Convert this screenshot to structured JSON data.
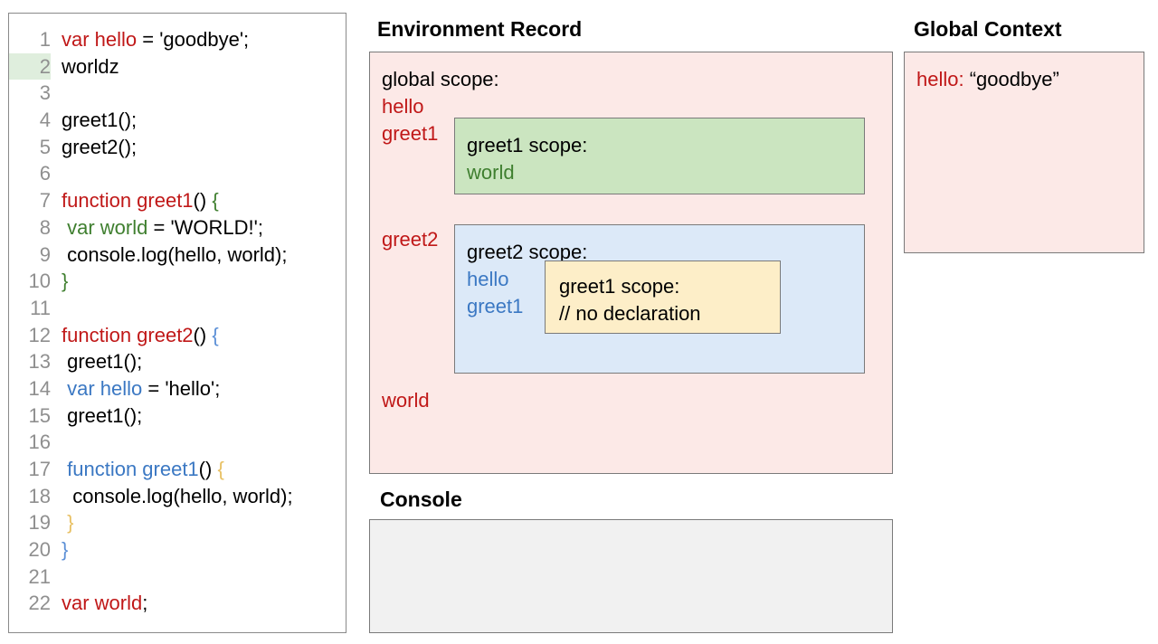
{
  "code_editor": {
    "lines": [
      {
        "num": "1",
        "highlight": false,
        "tokens": [
          {
            "t": "var hello",
            "c": "red"
          },
          {
            "t": " = 'goodbye';",
            "c": "black"
          }
        ]
      },
      {
        "num": "2",
        "highlight": true,
        "tokens": [
          {
            "t": "worldz",
            "c": "black"
          }
        ]
      },
      {
        "num": "3",
        "highlight": false,
        "tokens": [
          {
            "t": "",
            "c": "black"
          }
        ]
      },
      {
        "num": "4",
        "highlight": false,
        "tokens": [
          {
            "t": "greet1();",
            "c": "black"
          }
        ]
      },
      {
        "num": "5",
        "highlight": false,
        "tokens": [
          {
            "t": "greet2();",
            "c": "black"
          }
        ]
      },
      {
        "num": "6",
        "highlight": false,
        "tokens": [
          {
            "t": "",
            "c": "black"
          }
        ]
      },
      {
        "num": "7",
        "highlight": false,
        "tokens": [
          {
            "t": "function greet1",
            "c": "red"
          },
          {
            "t": "() ",
            "c": "black"
          },
          {
            "t": "{",
            "c": "brace-green"
          }
        ]
      },
      {
        "num": "8",
        "highlight": false,
        "tokens": [
          {
            "t": " ",
            "c": "black"
          },
          {
            "t": "var world",
            "c": "green"
          },
          {
            "t": " = 'WORLD!';",
            "c": "black"
          }
        ]
      },
      {
        "num": "9",
        "highlight": false,
        "tokens": [
          {
            "t": " console.log(hello, world);",
            "c": "black"
          }
        ]
      },
      {
        "num": "10",
        "highlight": false,
        "tokens": [
          {
            "t": "}",
            "c": "brace-green"
          }
        ]
      },
      {
        "num": "11",
        "highlight": false,
        "tokens": [
          {
            "t": "",
            "c": "black"
          }
        ]
      },
      {
        "num": "12",
        "highlight": false,
        "tokens": [
          {
            "t": "function greet2",
            "c": "red"
          },
          {
            "t": "() ",
            "c": "black"
          },
          {
            "t": "{",
            "c": "brace-blue"
          }
        ]
      },
      {
        "num": "13",
        "highlight": false,
        "tokens": [
          {
            "t": " greet1();",
            "c": "black"
          }
        ]
      },
      {
        "num": "14",
        "highlight": false,
        "tokens": [
          {
            "t": " ",
            "c": "black"
          },
          {
            "t": "var hello",
            "c": "blue"
          },
          {
            "t": " = 'hello';",
            "c": "black"
          }
        ]
      },
      {
        "num": "15",
        "highlight": false,
        "tokens": [
          {
            "t": " greet1();",
            "c": "black"
          }
        ]
      },
      {
        "num": "16",
        "highlight": false,
        "tokens": [
          {
            "t": "",
            "c": "black"
          }
        ]
      },
      {
        "num": "17",
        "highlight": false,
        "tokens": [
          {
            "t": " ",
            "c": "black"
          },
          {
            "t": "function greet1",
            "c": "blue"
          },
          {
            "t": "() ",
            "c": "black"
          },
          {
            "t": "{",
            "c": "orange"
          }
        ]
      },
      {
        "num": "18",
        "highlight": false,
        "tokens": [
          {
            "t": "  console.log(hello, world);",
            "c": "black"
          }
        ]
      },
      {
        "num": "19",
        "highlight": false,
        "tokens": [
          {
            "t": " ",
            "c": "black"
          },
          {
            "t": "}",
            "c": "orange"
          }
        ]
      },
      {
        "num": "20",
        "highlight": false,
        "tokens": [
          {
            "t": "}",
            "c": "brace-blue"
          }
        ]
      },
      {
        "num": "21",
        "highlight": false,
        "tokens": [
          {
            "t": "",
            "c": "black"
          }
        ]
      },
      {
        "num": "22",
        "highlight": false,
        "tokens": [
          {
            "t": "var world",
            "c": "red"
          },
          {
            "t": ";",
            "c": "black"
          }
        ]
      }
    ]
  },
  "environment_record": {
    "title": "Environment Record",
    "global_scope_label": "global scope:",
    "global_bindings": [
      {
        "name": "hello",
        "color": "red"
      },
      {
        "name": "greet1",
        "color": "red"
      },
      {
        "name": "greet2",
        "color": "red"
      },
      {
        "name": "world",
        "color": "red"
      }
    ],
    "greet1_scope": {
      "title": "greet1 scope:",
      "bindings": [
        {
          "name": "world",
          "color": "green"
        }
      ]
    },
    "greet2_scope": {
      "title": "greet2 scope:",
      "bindings": [
        {
          "name": "hello",
          "color": "blue"
        },
        {
          "name": "greet1",
          "color": "blue"
        }
      ],
      "inner_greet1_scope": {
        "title": "greet1 scope:",
        "note": "// no declaration"
      }
    }
  },
  "global_context": {
    "title": "Global Context",
    "entries": [
      {
        "key": "hello:",
        "value": "“goodbye”"
      }
    ]
  },
  "console": {
    "title": "Console",
    "output": ""
  },
  "colors": {
    "red": "#c01818",
    "green": "#3f7f2f",
    "blue": "#3b78c3",
    "orange": "#e8c063",
    "pink_panel": "#fce9e7",
    "green_panel": "#cbe5c0",
    "blue_panel": "#dce9f8",
    "yellow_panel": "#fdeec8",
    "console_panel": "#f1f1f1",
    "line_highlight": "#dfeedd",
    "border": "#7a7a7a",
    "line_number": "#8f8f8f"
  }
}
